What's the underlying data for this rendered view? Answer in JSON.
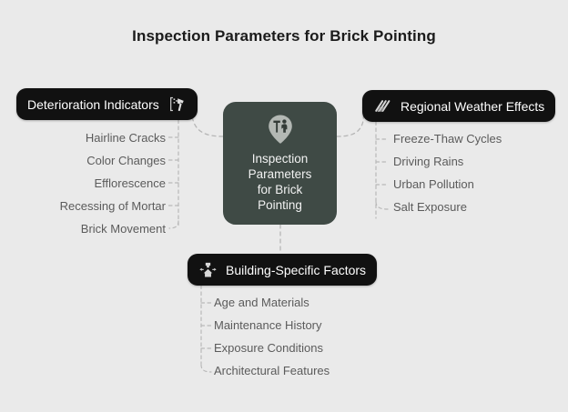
{
  "page": {
    "title": "Inspection Parameters for Brick Pointing",
    "background_color": "#eaeaea",
    "accent_color": "#3f4a45",
    "node_color": "#111111",
    "leaf_text_color": "#5b5b5b"
  },
  "diagram": {
    "type": "mind-map",
    "center": {
      "label": "Inspection Parameters for Brick Pointing",
      "label_lines": [
        "Inspection",
        "Parameters",
        "for Brick",
        "Pointing"
      ],
      "icon": "map-pin-inspector-icon",
      "color": "#3f4a45"
    },
    "branches": [
      {
        "id": "deterioration",
        "label": "Deterioration Indicators",
        "icon": "hammer-chisel-icon",
        "icon_side": "right",
        "position": "left",
        "leaves": [
          "Hairline Cracks",
          "Color Changes",
          "Efflorescence",
          "Recessing of Mortar",
          "Brick Movement"
        ]
      },
      {
        "id": "weather",
        "label": "Regional Weather Effects",
        "icon": "rain-lines-icon",
        "icon_side": "left",
        "position": "right",
        "leaves": [
          "Freeze-Thaw Cycles",
          "Driving Rains",
          "Urban Pollution",
          "Salt Exposure"
        ]
      },
      {
        "id": "building",
        "label": "Building-Specific Factors",
        "icon": "house-arrows-icon",
        "icon_side": "left",
        "position": "bottom",
        "leaves": [
          "Age and Materials",
          "Maintenance History",
          "Exposure Conditions",
          "Architectural Features"
        ]
      }
    ]
  }
}
